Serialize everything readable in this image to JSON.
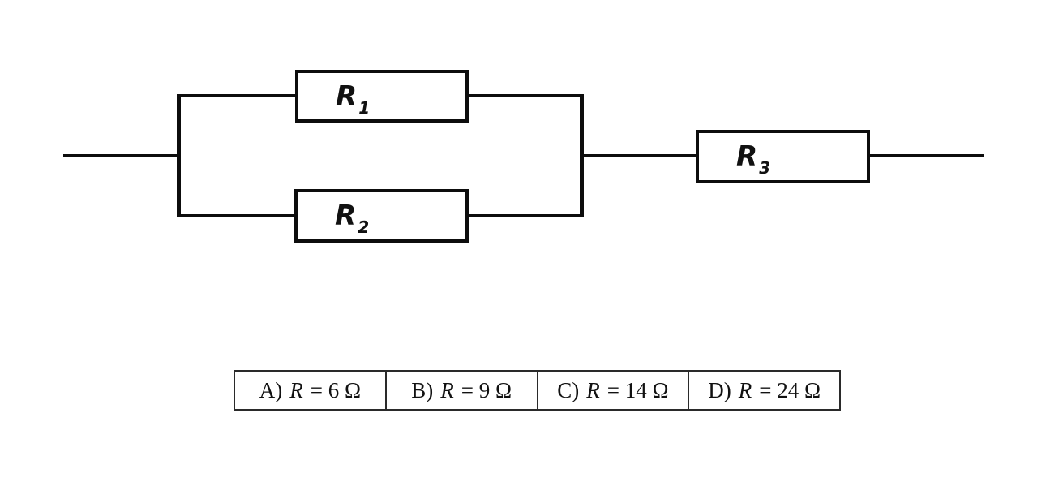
{
  "circuit": {
    "description": "Two resistors in parallel connected in series with a third resistor",
    "resistors": [
      {
        "symbol": "R",
        "subscript": "1"
      },
      {
        "symbol": "R",
        "subscript": "2"
      },
      {
        "symbol": "R",
        "subscript": "3"
      }
    ]
  },
  "answers": {
    "options": [
      {
        "prefix": "A)",
        "variable": "R",
        "rest": "= 6 Ω"
      },
      {
        "prefix": "B)",
        "variable": "R",
        "rest": "= 9 Ω"
      },
      {
        "prefix": "C)",
        "variable": "R",
        "rest": "= 14 Ω"
      },
      {
        "prefix": "D)",
        "variable": "R",
        "rest": "= 24 Ω"
      }
    ]
  },
  "colors": {
    "ink": "#0d0d0d",
    "background": "#ffffff"
  }
}
